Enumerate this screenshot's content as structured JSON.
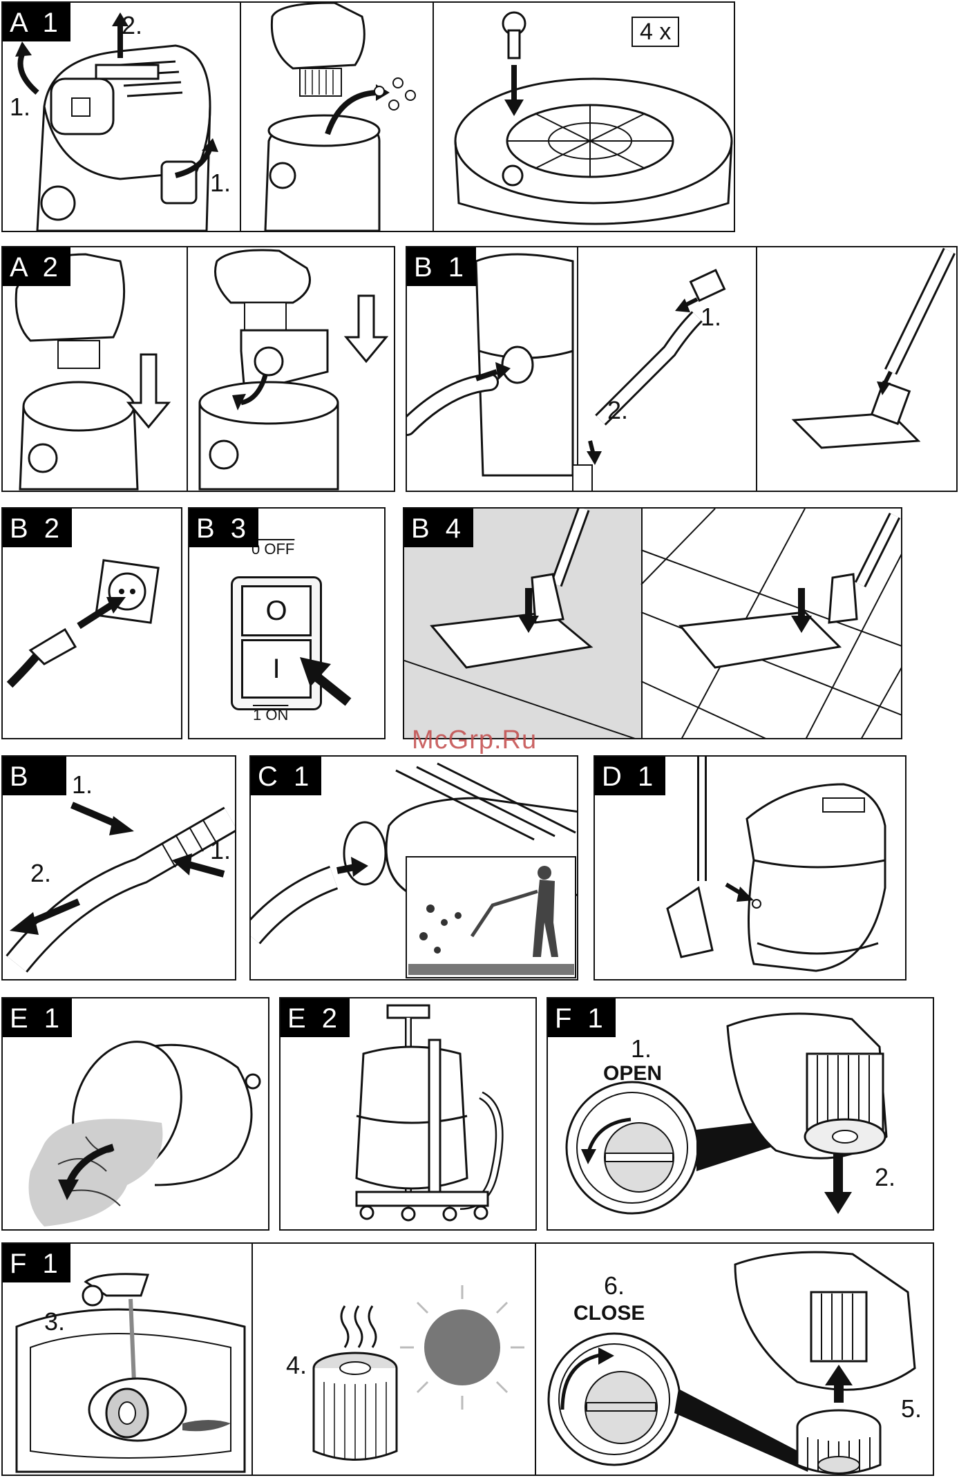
{
  "watermark": "McGrp.Ru",
  "panels": {
    "a1": {
      "tag": "A 1",
      "steps": [
        "2.",
        "1.",
        "1."
      ],
      "count": "4 x"
    },
    "a2": {
      "tag": "A 2"
    },
    "b1": {
      "tag": "B 1",
      "steps": [
        "1.",
        "2."
      ]
    },
    "b2": {
      "tag": "B 2"
    },
    "b3": {
      "tag": "B 3",
      "off_label": "0 OFF",
      "on_label": "1 ON",
      "key_off": "O",
      "key_on": "I"
    },
    "b4": {
      "tag": "B 4"
    },
    "b": {
      "tag": "B",
      "steps": [
        "1.",
        "1.",
        "2."
      ]
    },
    "c1": {
      "tag": "C 1"
    },
    "d1": {
      "tag": "D 1"
    },
    "e1": {
      "tag": "E 1"
    },
    "e2": {
      "tag": "E 2"
    },
    "f1a": {
      "tag": "F 1",
      "steps": [
        "1.",
        "2."
      ],
      "action": "OPEN"
    },
    "f1b": {
      "tag": "F 1",
      "steps": [
        "3.",
        "4.",
        "6.",
        "5."
      ],
      "action": "CLOSE"
    }
  }
}
